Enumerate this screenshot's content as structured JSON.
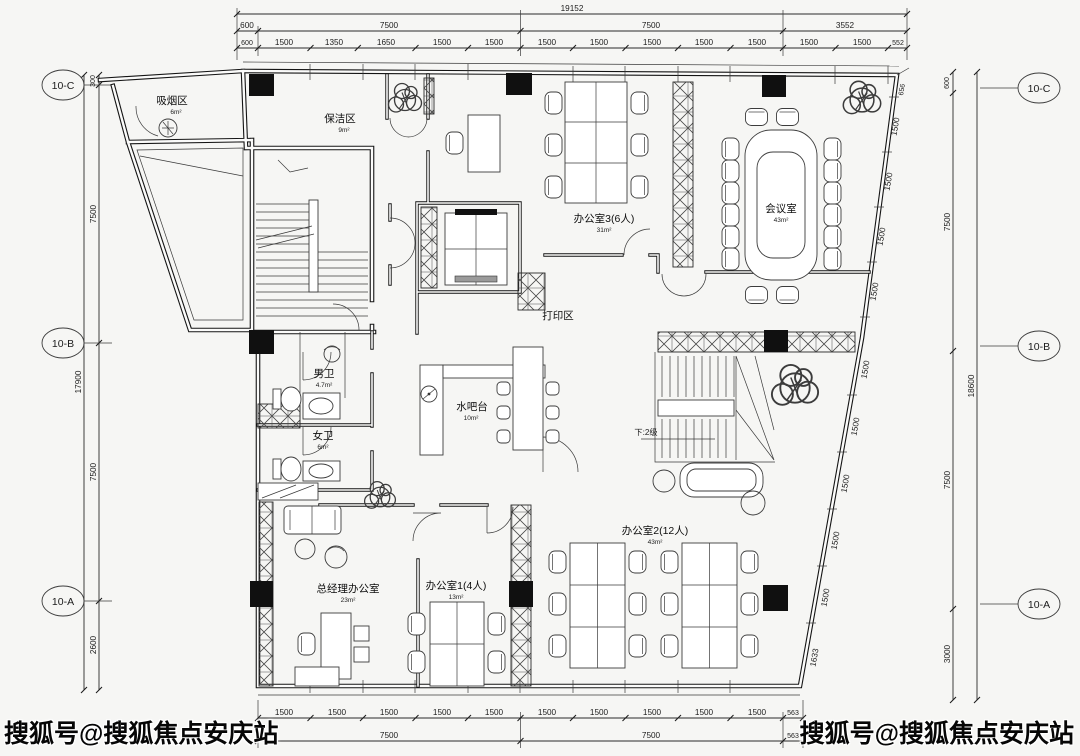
{
  "watermark": {
    "text": "搜狐号@搜狐焦点安庆站"
  },
  "dims": {
    "top": {
      "total": "19152",
      "row2": [
        "600",
        "7500",
        "7500",
        "3552"
      ],
      "row3": [
        "600",
        "1500",
        "1350",
        "1650",
        "1500",
        "1500",
        "1500",
        "1500",
        "1500",
        "1500",
        "1500",
        "1500",
        "1500",
        "552"
      ]
    },
    "bottom": {
      "row1": [
        "1500",
        "1500",
        "1500",
        "1500",
        "1500",
        "1500",
        "1500",
        "1500",
        "1500",
        "1500",
        "563"
      ],
      "row2": [
        "7500",
        "7500",
        "563"
      ]
    },
    "left": {
      "total": "17900",
      "segments": [
        "300",
        "7500",
        "7500",
        "2600"
      ],
      "bubbles": [
        "10-C",
        "10-B",
        "10-A"
      ]
    },
    "right": {
      "total": "18600",
      "segments": [
        "600",
        "7500",
        "7500",
        "3000"
      ],
      "bubbles": [
        "10-C",
        "10-B",
        "10-A"
      ]
    },
    "right_wall": {
      "upper": [
        "656",
        "1500",
        "1500",
        "1500",
        "1500"
      ],
      "lower": [
        "1500",
        "1500",
        "1500",
        "1500",
        "1500",
        "1633"
      ]
    }
  },
  "rooms": {
    "smoking": {
      "name": "吸烟区",
      "area": "6m²"
    },
    "cleaning": {
      "name": "保洁区",
      "area": "9m²"
    },
    "office3": {
      "name": "办公室3(6人)",
      "area": "31m²"
    },
    "meeting": {
      "name": "会议室",
      "area": "43m²"
    },
    "print": {
      "name": "打印区"
    },
    "waterbar": {
      "name": "水吧台",
      "area": "10m²"
    },
    "men_wc": {
      "name": "男卫",
      "area": "4.7m²"
    },
    "women_wc": {
      "name": "女卫",
      "area": "6m²"
    },
    "gm": {
      "name": "总经理办公室",
      "area": "23m²"
    },
    "office1": {
      "name": "办公室1(4人)",
      "area": "13m²"
    },
    "office2": {
      "name": "办公室2(12人)",
      "area": "43m²"
    },
    "stair_note": "下:2级"
  },
  "colors": {
    "line": "#2a2a2a",
    "wall": "#141414",
    "background": "#f6f6f4",
    "watermark": "#060606"
  }
}
